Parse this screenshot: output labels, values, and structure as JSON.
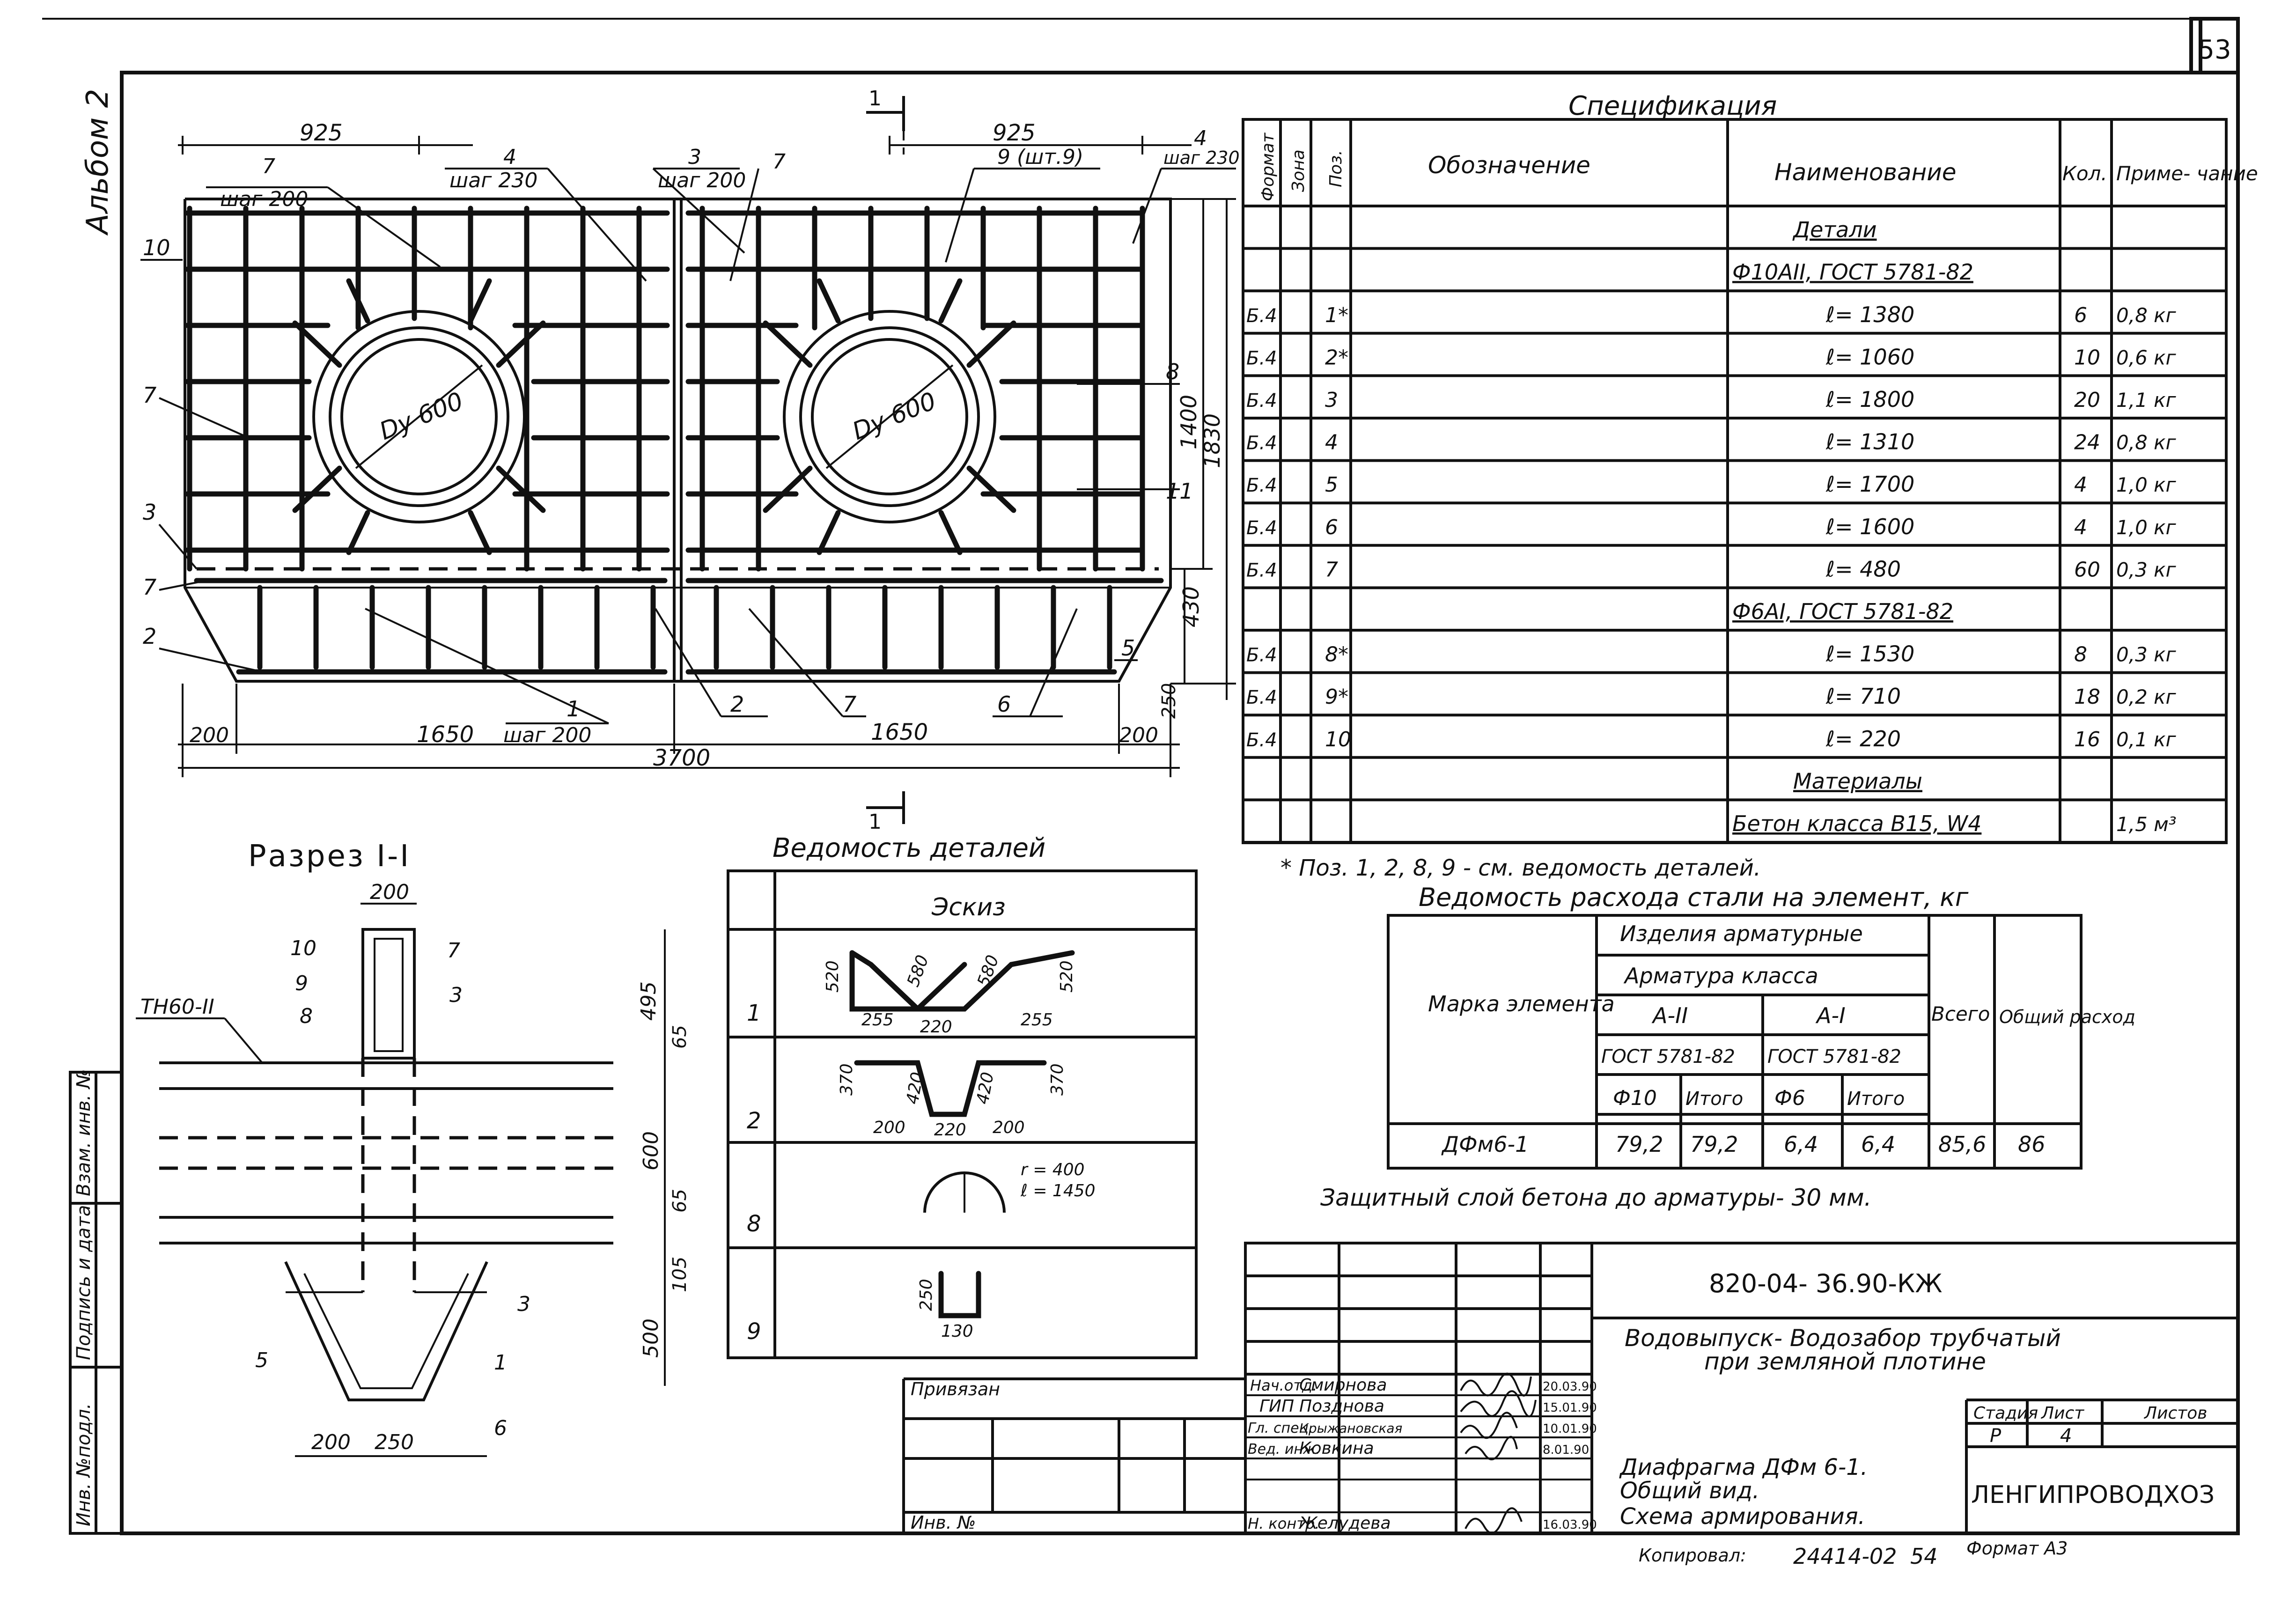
{
  "header": {
    "sheet_number": "53",
    "album": "Альбом 2"
  },
  "plan": {
    "dims_top": [
      "925",
      "925"
    ],
    "leaders": [
      "7",
      "шаг 200",
      "4",
      "шаг 230",
      "3",
      "шаг 200",
      "7",
      "9 (шт.9)",
      "4",
      "шаг 230"
    ],
    "pipe_label": "Dу 600",
    "left_callouts": [
      "10",
      "7",
      "3",
      "7",
      "2"
    ],
    "right_callouts": [
      "8",
      "11",
      "5"
    ],
    "bottom_callouts": [
      "1",
      "шаг 200",
      "2",
      "7",
      "6"
    ],
    "dims_bottom": [
      "200",
      "1650",
      "1650",
      "200",
      "3700"
    ],
    "dims_right": [
      "1400",
      "1830",
      "430",
      "250"
    ],
    "section_mark": "1"
  },
  "section": {
    "title": "Разрез I-I",
    "dim_top": "200",
    "callouts": [
      "10",
      "7",
      "9",
      "3",
      "8",
      "3",
      "5",
      "1",
      "6"
    ],
    "label_th": "ТН60-II",
    "dims_right": [
      "495",
      "65",
      "600",
      "65",
      "105",
      "500"
    ],
    "dims_bottom": [
      "200",
      "250"
    ]
  },
  "spec": {
    "title": "Спецификация",
    "headers": [
      "Формат",
      "Зона",
      "Поз.",
      "Обозначение",
      "Наименование",
      "Кол.",
      "Приме- чание"
    ],
    "rows": [
      {
        "fmt": "",
        "pos": "",
        "name": "Детали",
        "qty": "",
        "note": ""
      },
      {
        "fmt": "",
        "pos": "",
        "name": "Ф10АII, ГОСТ 5781-82",
        "qty": "",
        "note": ""
      },
      {
        "fmt": "Б.4",
        "pos": "1*",
        "name": "ℓ= 1380",
        "qty": "6",
        "note": "0,8 кг"
      },
      {
        "fmt": "Б.4",
        "pos": "2*",
        "name": "ℓ= 1060",
        "qty": "10",
        "note": "0,6 кг"
      },
      {
        "fmt": "Б.4",
        "pos": "3",
        "name": "ℓ= 1800",
        "qty": "20",
        "note": "1,1 кг"
      },
      {
        "fmt": "Б.4",
        "pos": "4",
        "name": "ℓ= 1310",
        "qty": "24",
        "note": "0,8 кг"
      },
      {
        "fmt": "Б.4",
        "pos": "5",
        "name": "ℓ= 1700",
        "qty": "4",
        "note": "1,0 кг"
      },
      {
        "fmt": "Б.4",
        "pos": "6",
        "name": "ℓ= 1600",
        "qty": "4",
        "note": "1,0 кг"
      },
      {
        "fmt": "Б.4",
        "pos": "7",
        "name": "ℓ= 480",
        "qty": "60",
        "note": "0,3 кг"
      },
      {
        "fmt": "",
        "pos": "",
        "name": "Ф6АI, ГОСТ 5781-82",
        "qty": "",
        "note": ""
      },
      {
        "fmt": "Б.4",
        "pos": "8*",
        "name": "ℓ= 1530",
        "qty": "8",
        "note": "0,3 кг"
      },
      {
        "fmt": "Б.4",
        "pos": "9*",
        "name": "ℓ= 710",
        "qty": "18",
        "note": "0,2 кг"
      },
      {
        "fmt": "Б.4",
        "pos": "10",
        "name": "ℓ= 220",
        "qty": "16",
        "note": "0,1 кг"
      },
      {
        "fmt": "",
        "pos": "",
        "name": "Материалы",
        "qty": "",
        "note": ""
      },
      {
        "fmt": "",
        "pos": "",
        "name": "Бетон класса В15, W4",
        "qty": "",
        "note": "1,5 м³"
      }
    ],
    "footnote": "* Поз. 1, 2, 8, 9 - см. ведомость деталей."
  },
  "details": {
    "title": "Ведомость деталей",
    "header": "Эскиз",
    "rows": [
      {
        "n": "1",
        "dims": [
          "520",
          "580",
          "580",
          "520",
          "255",
          "220",
          "255"
        ]
      },
      {
        "n": "2",
        "dims": [
          "370",
          "420",
          "420",
          "370",
          "200",
          "220",
          "200"
        ]
      },
      {
        "n": "8",
        "dims": [
          "r = 400",
          "ℓ = 1450"
        ]
      },
      {
        "n": "9",
        "dims": [
          "250",
          "130"
        ]
      }
    ]
  },
  "steel": {
    "title": "Ведомость расхода стали на элемент, кг",
    "h_mark": "Марка элемента",
    "h_group": "Изделия арматурные",
    "h_class": "Арматура класса",
    "h_a2": "А-II",
    "h_a1": "А-I",
    "h_gost1": "ГОСТ 5781-82",
    "h_gost2": "ГОСТ 5781-82",
    "h_f10": "Ф10",
    "h_it1": "Итого",
    "h_f6": "Ф6",
    "h_it2": "Итого",
    "h_total": "Всего",
    "h_common": "Общий расход",
    "row": {
      "mark": "ДФм6-1",
      "v1": "79,2",
      "v2": "79,2",
      "v3": "6,4",
      "v4": "6,4",
      "v5": "85,6",
      "v6": "86"
    },
    "note": "Защитный слой бетона до арматуры- 30 мм."
  },
  "stamp": {
    "code": "820-04- 36.90-КЖ",
    "title1": "Водовыпуск- Водозабор трубчатый",
    "title2": "при земляной плотине",
    "bound": "Привязан",
    "inv": "Инв. №",
    "people": [
      {
        "role": "Нач.отд.",
        "name": "Смирнова",
        "date": "20.03.90"
      },
      {
        "role": "ГИП",
        "name": "Позднова",
        "date": "15.01.90"
      },
      {
        "role": "Гл. спец.",
        "name": "Крыжановская",
        "date": "10.01.90"
      },
      {
        "role": "Вед. инж.",
        "name": "Ковкина",
        "date": "8.01.90"
      },
      {
        "role": "Н. контр.",
        "name": "Желудева",
        "date": "16.03.90"
      }
    ],
    "stage_h": "Стадия",
    "sheet_h": "Лист",
    "sheets_h": "Листов",
    "stage": "Р",
    "sheet": "4",
    "desc1": "Диафрагма ДФм 6-1.",
    "desc2": "Общий вид.",
    "desc3": "Схема армирования.",
    "org": "ЛЕНГИПРОВОДХОЗ"
  },
  "side": {
    "cells": [
      "Инв. №подл.",
      "Подпись и дата",
      "Взам. инв. №"
    ]
  },
  "footer": {
    "copied": "Копировал: ",
    "copy_no": "24414-02",
    "page": "54",
    "format": "Формат А3"
  }
}
